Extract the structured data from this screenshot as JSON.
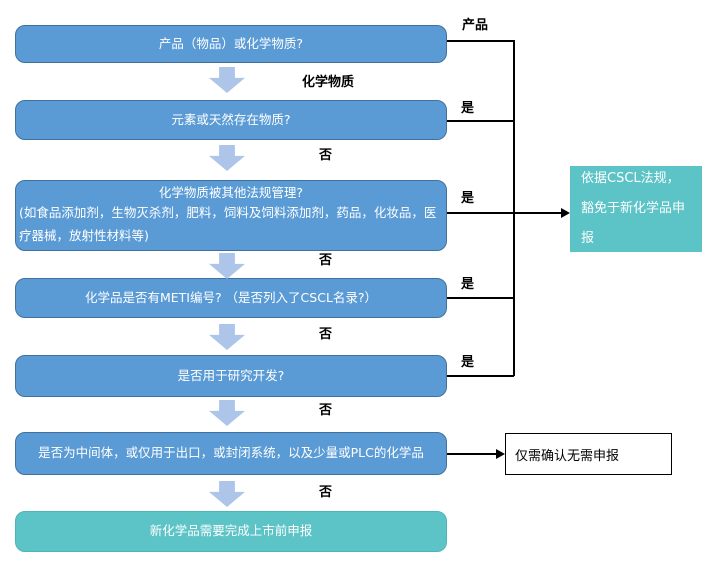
{
  "colors": {
    "node_fill": "#5b9bd5",
    "node_border": "#41719c",
    "node_text": "#ffffff",
    "teal_fill": "#5cc3c7",
    "teal_border": "#4db4b9",
    "arrow_fill": "#adc5e8",
    "line": "#000000",
    "label": "#000000"
  },
  "nodes": {
    "q1": {
      "label": "产品（物品）或化学物质?"
    },
    "q2": {
      "label": "元素或天然存在物质?"
    },
    "q3": {
      "title": "化学物质被其他法规管理?",
      "detail": "(如食品添加剂，生物灭杀剂，肥料，饲料及饲料添加剂，药品，化妆品，医疗器械，放射性材料等)"
    },
    "q4": {
      "label": "化学品是否有METI编号? （是否列入了CSCL名录?）"
    },
    "q5": {
      "label": "是否用于研究开发?"
    },
    "q6": {
      "label": "是否为中间体，或仅用于出口，或封闭系统，以及少量或PLC的化学品"
    },
    "final": {
      "label": "新化学品需要完成上市前申报"
    },
    "exempt": {
      "label": "依据CSCL法规，豁免于新化学品申报"
    },
    "confirm": {
      "label": "仅需确认无需申报"
    }
  },
  "edge_labels": {
    "product": "产品",
    "chemical": "化学物质",
    "yes": "是",
    "no": "否"
  }
}
